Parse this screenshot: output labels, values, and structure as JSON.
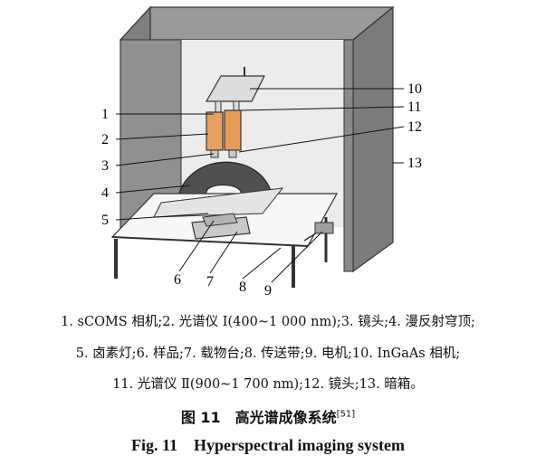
{
  "labels": {
    "n1": "1",
    "n2": "2",
    "n3": "3",
    "n4": "4",
    "n5": "5",
    "n6": "6",
    "n7": "7",
    "n8": "8",
    "n9": "9",
    "n10": "10",
    "n11": "11",
    "n12": "12",
    "n13": "13"
  },
  "caption": {
    "line1": "1. sCOMS 相机;2. 光谱仪 I(400~1 000 nm);3. 镜头;4. 漫反射穹顶;",
    "line2": "5. 卤素灯;6. 样品;7. 载物台;8. 传送带;9. 电机;10. InGaAs 相机;",
    "line3": "11. 光谱仪 Ⅱ(900~1 700 nm);12. 镜头;13. 暗箱。",
    "title_cn": "图 11　高光谱成像系统",
    "title_cn_ref": "[51]",
    "title_en": "Fig. 11　Hyperspectral imaging system"
  },
  "colors": {
    "box_front": "#8c8c8c",
    "box_side": "#7b7b7b",
    "box_inner": "#e6e6e6",
    "spectrometer": "#e8a160",
    "dome": "#505050",
    "table_top": "#f7f7f7",
    "stage": "#cdcdcd"
  }
}
